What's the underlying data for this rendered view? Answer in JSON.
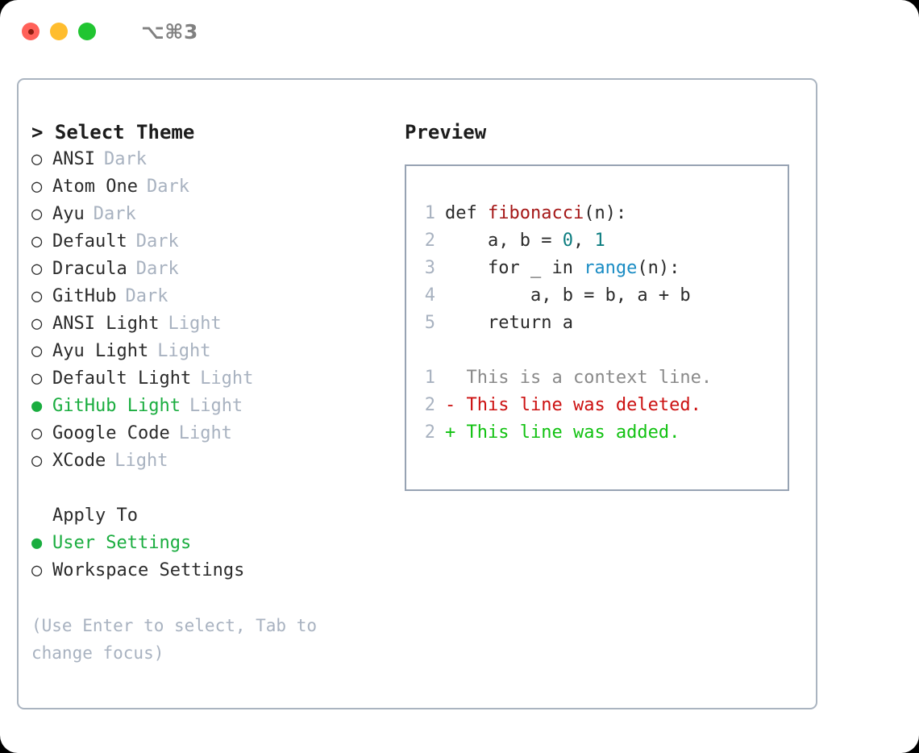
{
  "window": {
    "shortcut": "⌥⌘3",
    "traffic_lights": [
      {
        "name": "close",
        "color": "#ff6159"
      },
      {
        "name": "minimize",
        "color": "#ffbd2e"
      },
      {
        "name": "zoom",
        "color": "#21c531"
      }
    ]
  },
  "theme_picker": {
    "header": "> Select Theme",
    "selected_theme": "GitHub Light",
    "marker_selected": "●",
    "marker_unselected": "○",
    "accent_color": "#1aad3f",
    "tag_color": "#a8b2c0",
    "items": [
      {
        "marker": "○",
        "label": "ANSI",
        "tag": "Dark",
        "selected": false
      },
      {
        "marker": "○",
        "label": "Atom One",
        "tag": "Dark",
        "selected": false
      },
      {
        "marker": "○",
        "label": "Ayu",
        "tag": "Dark",
        "selected": false
      },
      {
        "marker": "○",
        "label": "Default",
        "tag": "Dark",
        "selected": false
      },
      {
        "marker": "○",
        "label": "Dracula",
        "tag": "Dark",
        "selected": false
      },
      {
        "marker": "○",
        "label": "GitHub",
        "tag": "Dark",
        "selected": false
      },
      {
        "marker": "○",
        "label": "ANSI Light",
        "tag": "Light",
        "selected": false
      },
      {
        "marker": "○",
        "label": "Ayu Light",
        "tag": "Light",
        "selected": false
      },
      {
        "marker": "○",
        "label": "Default Light",
        "tag": "Light",
        "selected": false
      },
      {
        "marker": "●",
        "label": "GitHub Light",
        "tag": "Light",
        "selected": true
      },
      {
        "marker": "○",
        "label": "Google Code",
        "tag": "Light",
        "selected": false
      },
      {
        "marker": "○",
        "label": "XCode",
        "tag": "Light",
        "selected": false
      }
    ]
  },
  "apply_to": {
    "header": "Apply To",
    "selected": "User Settings",
    "items": [
      {
        "marker": "●",
        "label": "User Settings",
        "selected": true
      },
      {
        "marker": "○",
        "label": "Workspace Settings",
        "selected": false
      }
    ]
  },
  "hint": "(Use Enter to select, Tab to change focus)",
  "preview": {
    "header": "Preview",
    "code_lines": [
      {
        "number": "1",
        "tokens": [
          {
            "text": "def ",
            "type": "plain"
          },
          {
            "text": "fibonacci",
            "type": "function"
          },
          {
            "text": "(n):",
            "type": "plain"
          }
        ]
      },
      {
        "number": "2",
        "tokens": [
          {
            "text": "    a, b = ",
            "type": "plain"
          },
          {
            "text": "0",
            "type": "number"
          },
          {
            "text": ", ",
            "type": "plain"
          },
          {
            "text": "1",
            "type": "number"
          }
        ]
      },
      {
        "number": "3",
        "tokens": [
          {
            "text": "    for _ in ",
            "type": "plain"
          },
          {
            "text": "range",
            "type": "builtin"
          },
          {
            "text": "(n):",
            "type": "plain"
          }
        ]
      },
      {
        "number": "4",
        "tokens": [
          {
            "text": "        a, b = b, a + b",
            "type": "plain"
          }
        ]
      },
      {
        "number": "5",
        "tokens": [
          {
            "text": "    return a",
            "type": "plain"
          }
        ]
      }
    ],
    "diff_lines": [
      {
        "number": "1",
        "prefix": "  ",
        "text": "This is a context line.",
        "type": "context"
      },
      {
        "number": "2",
        "prefix": "- ",
        "text": "This line was deleted.",
        "type": "deleted"
      },
      {
        "number": "2",
        "prefix": "+ ",
        "text": "This line was added.",
        "type": "added"
      }
    ],
    "colors": {
      "function": "#a51717",
      "number": "#0d7d80",
      "builtin": "#1a8cc4",
      "context": "#8a8a8a",
      "deleted": "#cc1111",
      "added": "#12c212",
      "line_number": "#a8b2c0"
    }
  }
}
